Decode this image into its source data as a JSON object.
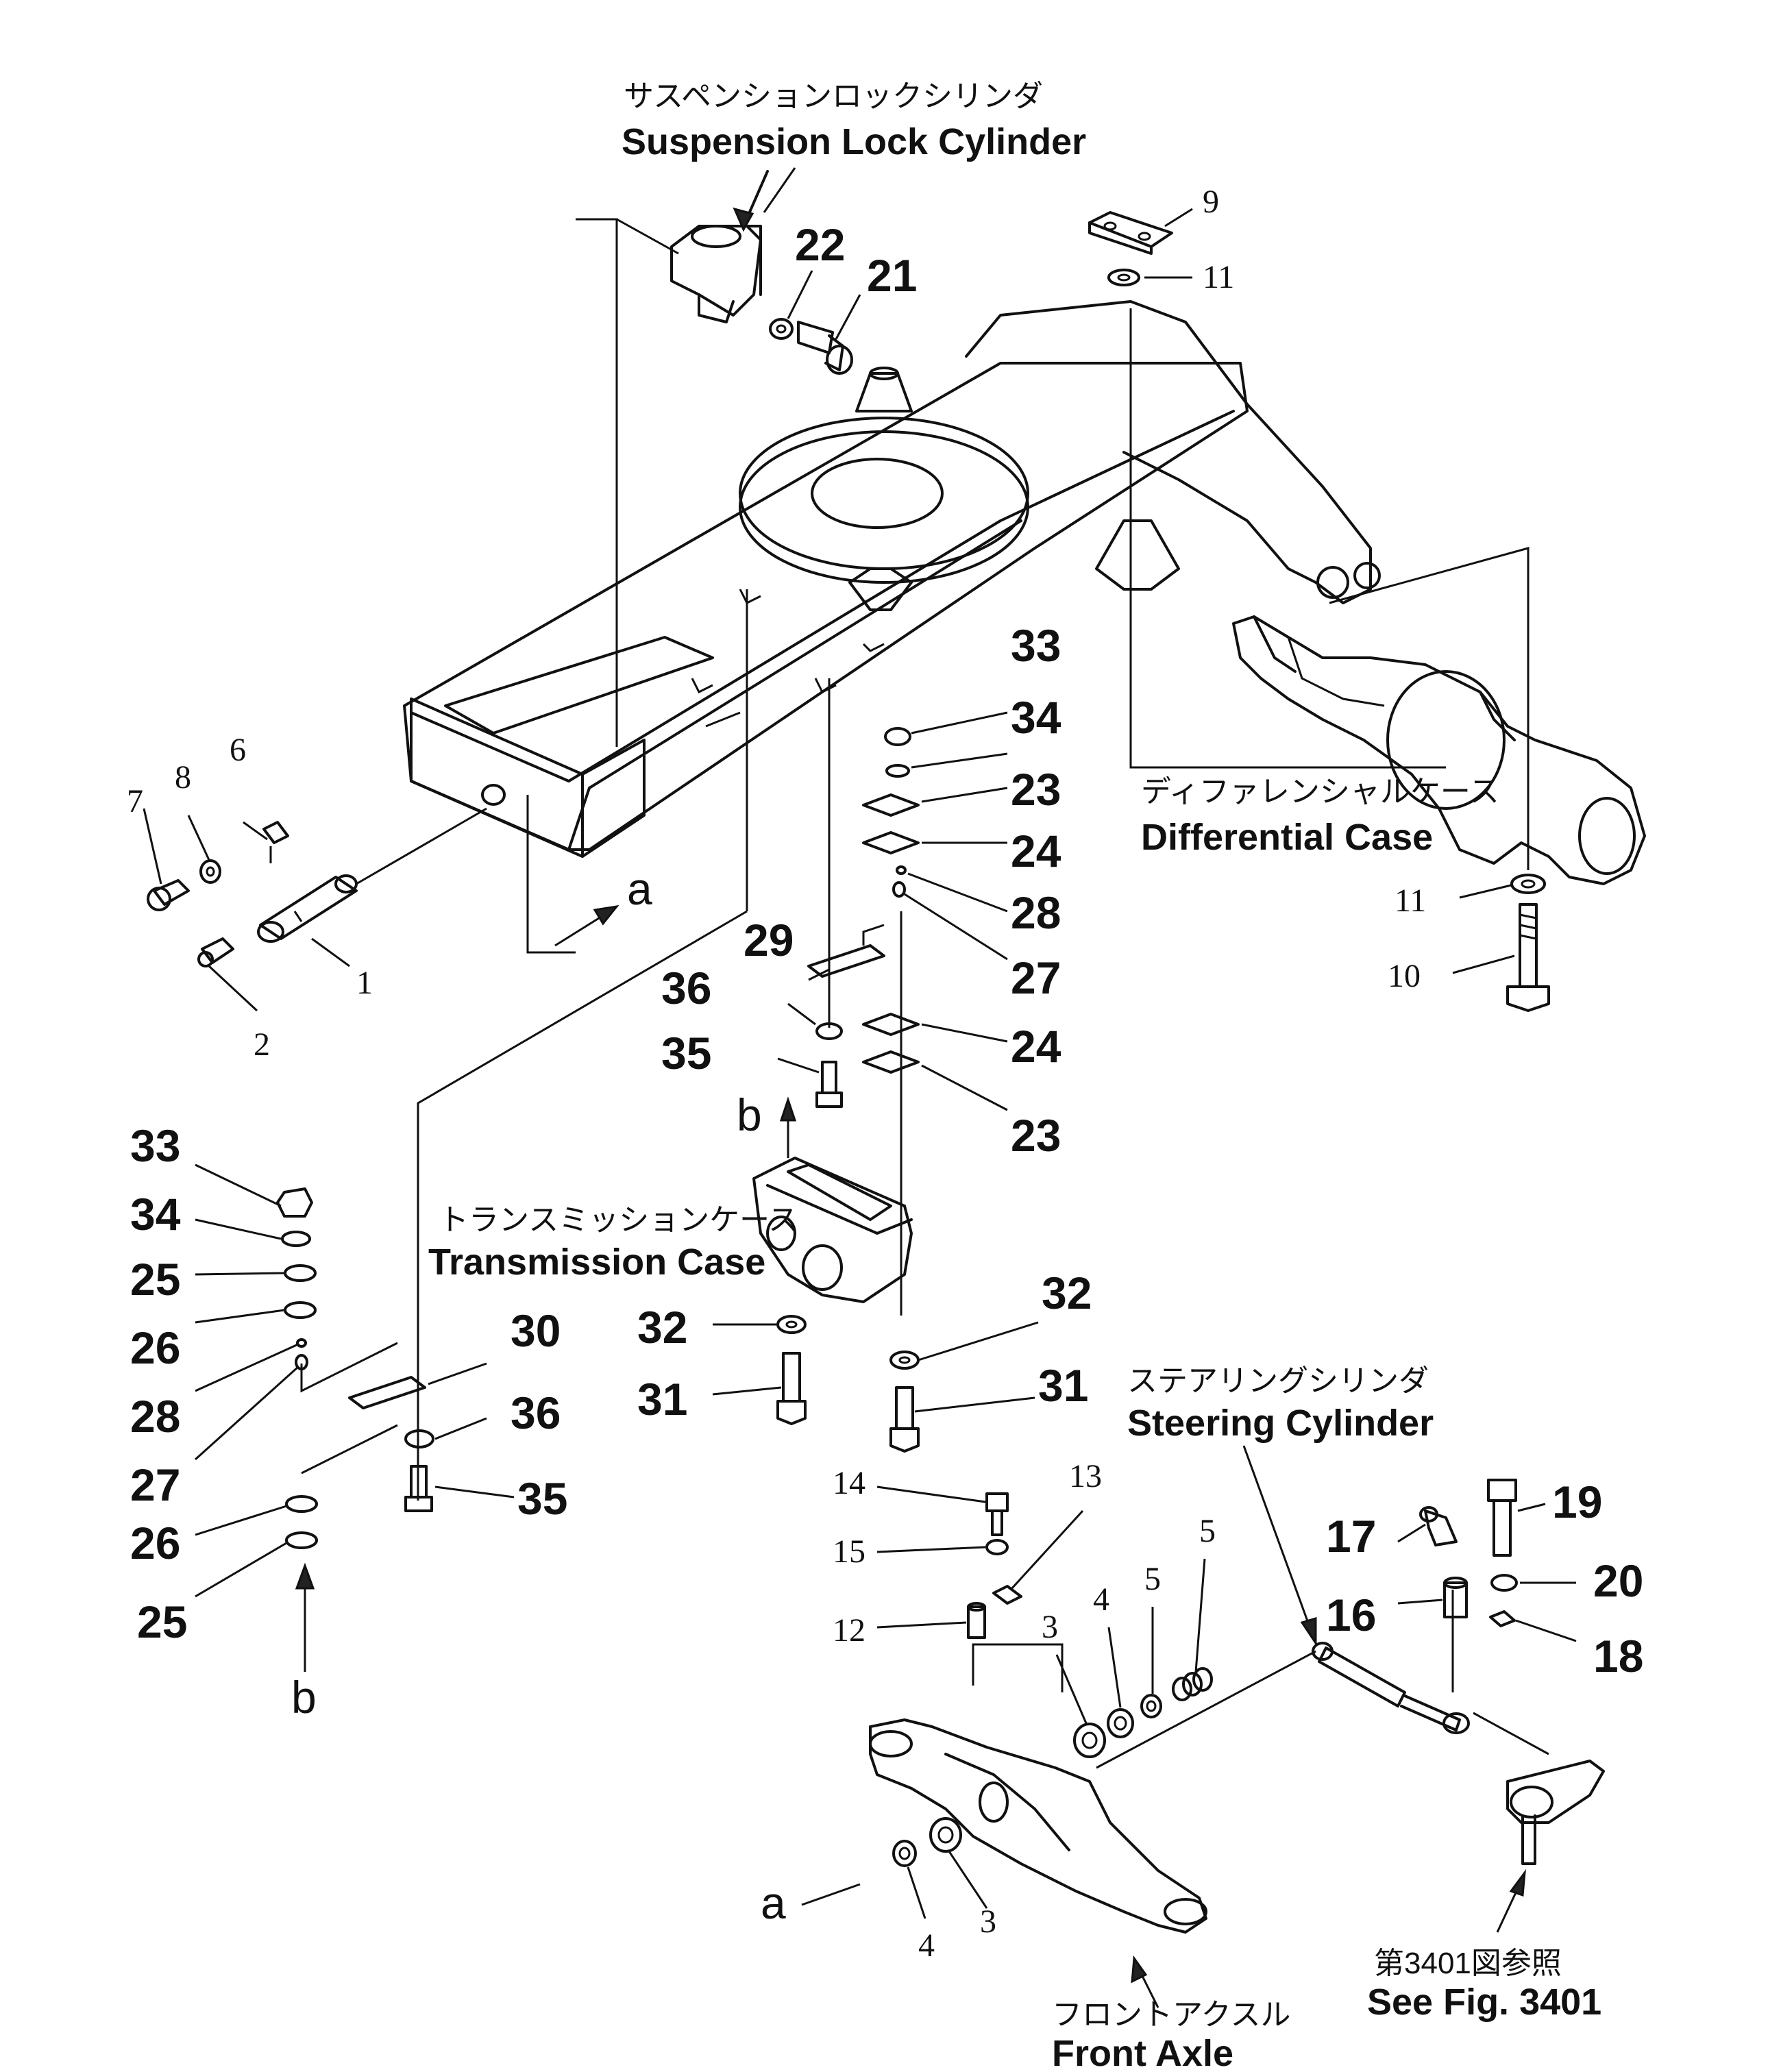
{
  "labels": {
    "suspension_lock_cylinder_jp": "サスペンションロックシリンダ",
    "suspension_lock_cylinder_en": "Suspension Lock Cylinder",
    "differential_case_jp": "ディファレンシャルケース",
    "differential_case_en": "Differential Case",
    "transmission_case_jp": "トランスミッションケース",
    "transmission_case_en": "Transmission Case",
    "steering_cylinder_jp": "ステアリングシリンダ",
    "steering_cylinder_en": "Steering Cylinder",
    "front_axle_jp": "フロントアクスル",
    "front_axle_en": "Front Axle",
    "see_fig_jp": "第3401図参照",
    "see_fig_en": "See Fig. 3401"
  },
  "callouts": {
    "n1": "1",
    "n2": "2",
    "n3a": "3",
    "n3b": "3",
    "n4a": "4",
    "n4b": "4",
    "n5a": "5",
    "n5b": "5",
    "n6": "6",
    "n7": "7",
    "n8": "8",
    "n9": "9",
    "n10": "10",
    "n11a": "11",
    "n11b": "11",
    "n12": "12",
    "n13": "13",
    "n14": "14",
    "n15": "15",
    "n16": "16",
    "n17": "17",
    "n18": "18",
    "n19": "19",
    "n20": "20",
    "n21": "21",
    "n22": "22",
    "n23a": "23",
    "n23b": "23",
    "n24a": "24",
    "n24b": "24",
    "n25a": "25",
    "n25b": "25",
    "n26a": "26",
    "n26b": "26",
    "n27a": "27",
    "n27b": "27",
    "n28a": "28",
    "n28b": "28",
    "n29": "29",
    "n30": "30",
    "n31a": "31",
    "n31b": "31",
    "n32a": "32",
    "n32b": "32",
    "n33a": "33",
    "n33b": "33",
    "n34a": "34",
    "n34b": "34",
    "n35a": "35",
    "n35b": "35",
    "n36a": "36",
    "n36b": "36"
  },
  "refs": {
    "a_top": "a",
    "a_bottom": "a",
    "b_mid": "b",
    "b_left": "b"
  }
}
